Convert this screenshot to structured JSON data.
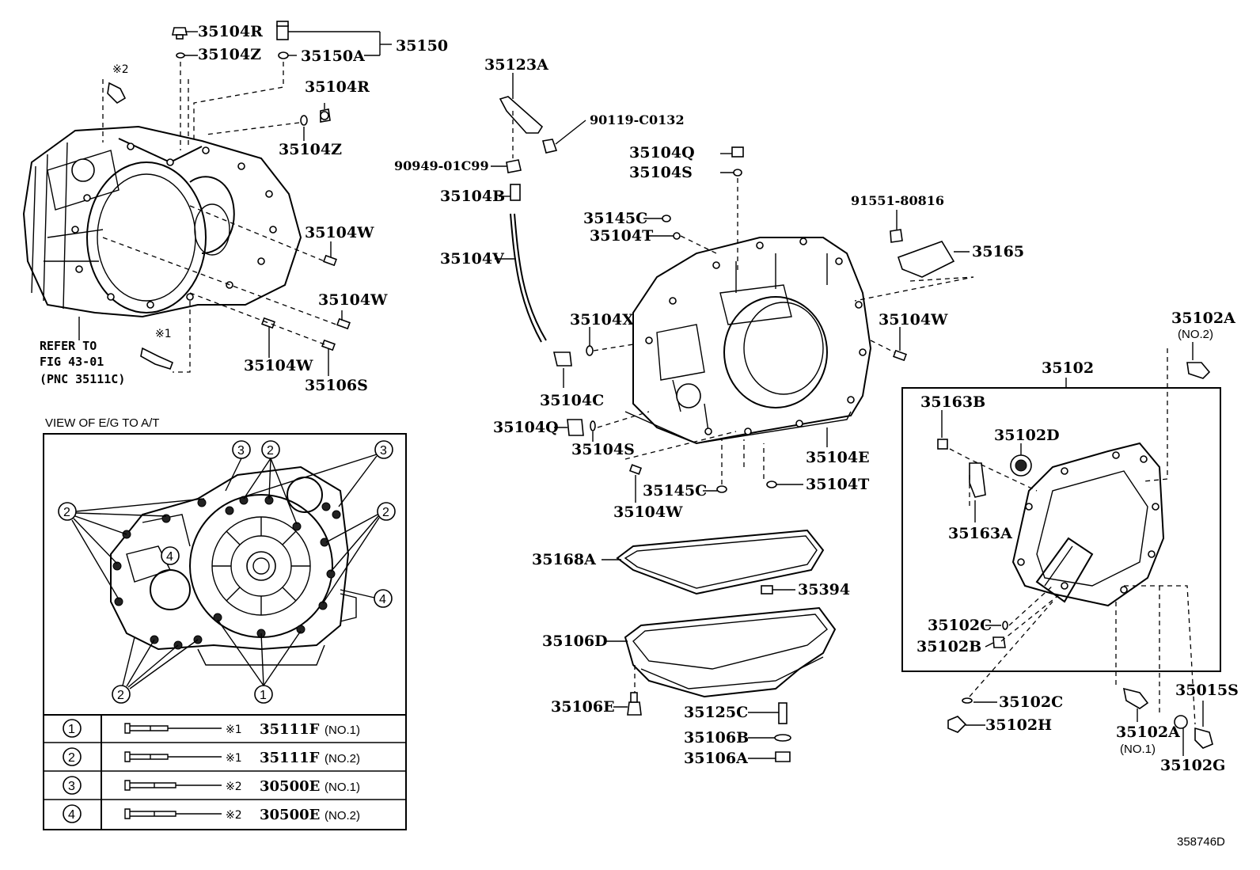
{
  "diagram_id": "358746D",
  "refer_note": {
    "line1": "REFER TO",
    "line2": "FIG 43-01",
    "line3": "(PNC 35111C)"
  },
  "marks": {
    "m1": "※1",
    "m2": "※2"
  },
  "parts": {
    "p35104R_top": "35104R",
    "p35104Z_top": "35104Z",
    "p35150": "35150",
    "p35150A": "35150A",
    "p35104R_mid": "35104R",
    "p35104Z_mid": "35104Z",
    "p35104W_1": "35104W",
    "p35104W_2": "35104W",
    "p35104W_3": "35104W",
    "p35106S": "35106S",
    "p35123A": "35123A",
    "p90119": "90119-C0132",
    "p90949": "90949-01C99",
    "p35104B": "35104B",
    "p35104V": "35104V",
    "p35104Q_top": "35104Q",
    "p35104S_top": "35104S",
    "p35145C_top": "35145C",
    "p35104T_top": "35104T",
    "p91551": "91551-80816",
    "p35165": "35165",
    "p35104X": "35104X",
    "p35104W_4": "35104W",
    "p35104C": "35104C",
    "p35104Q_bot": "35104Q",
    "p35104S_bot": "35104S",
    "p35104E": "35104E",
    "p35145C_bot": "35145C",
    "p35104T_bot": "35104T",
    "p35104W_5": "35104W",
    "p35168A": "35168A",
    "p35394": "35394",
    "p35106D": "35106D",
    "p35106E": "35106E",
    "p35125C": "35125C",
    "p35106B": "35106B",
    "p35106A": "35106A",
    "p35102A_top": "35102A",
    "p35102A_top_sub": "(NO.2)",
    "p35102": "35102",
    "p35163B": "35163B",
    "p35102D": "35102D",
    "p35163A": "35163A",
    "p35102C_1": "35102C",
    "p35102B": "35102B",
    "p35102C_2": "35102C",
    "p35102H": "35102H",
    "p35102A_bot": "35102A",
    "p35102A_bot_sub": "(NO.1)",
    "p35015S": "35015S",
    "p35102G": "35102G"
  },
  "view": {
    "title": "VIEW OF E/G TO A/T",
    "callouts": [
      "1",
      "2",
      "3",
      "4"
    ]
  },
  "legend_table": [
    {
      "num": "1",
      "mark": "※1",
      "part": "35111F",
      "sub": "(NO.1)"
    },
    {
      "num": "2",
      "mark": "※1",
      "part": "35111F",
      "sub": "(NO.2)"
    },
    {
      "num": "3",
      "mark": "※2",
      "part": "30500E",
      "sub": "(NO.1)"
    },
    {
      "num": "4",
      "mark": "※2",
      "part": "30500E",
      "sub": "(NO.2)"
    }
  ]
}
